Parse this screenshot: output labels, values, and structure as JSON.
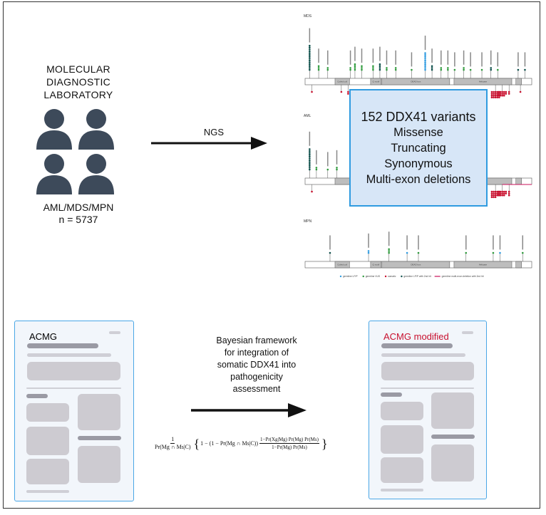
{
  "lab": {
    "title_lines": [
      "MOLECULAR",
      "DIAGNOSTIC",
      "LABORATORY"
    ],
    "cohort": "AML/MDS/MPN",
    "n": "n = 5737"
  },
  "arrow1": {
    "label": "NGS"
  },
  "plot": {
    "panels": [
      "MDS",
      "AML",
      "MPN"
    ],
    "domains": [
      "Coiled coil",
      "Q motif",
      "DEAD box",
      "Helicase"
    ],
    "legend": [
      {
        "label": "germline LP/P",
        "color": "#2f9be0"
      },
      {
        "label": "germline VUS",
        "color": "#2e9a3c"
      },
      {
        "label": "somatic",
        "color": "#c8102e"
      },
      {
        "label": "germline LP/P with 2nd hit",
        "color": "#0d4f4a"
      },
      {
        "label": "germline multi-exon deletion with 2nd hit",
        "color": "#c8105a"
      }
    ]
  },
  "summary": {
    "lines": [
      "152 DDX41 variants",
      "Missense",
      "Truncating",
      "Synonymous",
      "Multi-exon deletions"
    ]
  },
  "doc_left": {
    "title": "ACMG"
  },
  "doc_right": {
    "title": "ACMG modified",
    "title_color": "#c8102e"
  },
  "arrow2": {
    "label_lines": [
      "Bayesian framework",
      "for integration of",
      "somatic DDX41 into",
      "pathogenicity",
      "assessment"
    ]
  },
  "formula": {
    "lead_num": "1",
    "lead_den": "Pr(Mg ∩ Ms|C)",
    "body_pre": "1 − (1 − Pr(Mg ∩ Ms|C))",
    "frac_num": "1−Pr(Xg|Mg) Pr(Mg) Pr(Ms)",
    "frac_den": "1−Pr(Mg) Pr(Ms)"
  },
  "colors": {
    "accent_blue": "#2f9be0",
    "box_fill": "#d7e6f7",
    "person": "#3d4a5a"
  }
}
